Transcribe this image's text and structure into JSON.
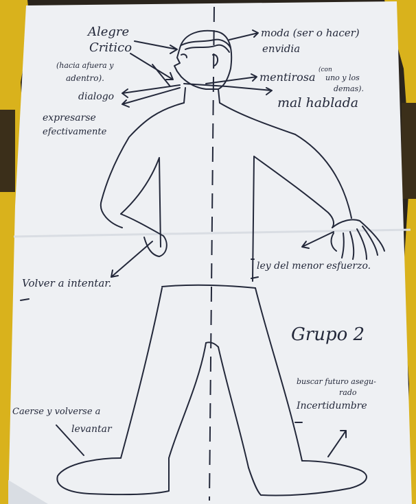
{
  "colors": {
    "paper": "#eef0f3",
    "paper_shadow": "#d9dde3",
    "ink": "#23283a",
    "background": "#2a241c",
    "yellow_cloth": "#d9b21c"
  },
  "head_notes": {
    "alegre": "Alegre",
    "critico": "Critico",
    "hacia_1": "(hacia afuera y",
    "hacia_2": "adentro).",
    "dialogo": "dialogo",
    "expresarse_1": "expresarse",
    "expresarse_2": "efectivamente",
    "moda": "moda (ser o hacer)",
    "envidia": "envidia",
    "mentirosa": "mentirosa",
    "con_uno_1": "(con",
    "con_uno_2": "uno y los",
    "con_uno_3": "demas).",
    "mal_hablada": "mal hablada"
  },
  "body_notes": {
    "volver": "Volver a intentar.",
    "ley": "ley del menor esfuerzo.",
    "grupo": "Grupo 2",
    "buscar_1": "buscar futuro asegu-",
    "buscar_2": "rado",
    "incertidumbre": "Incertidumbre",
    "caerse_1": "Caerse y volverse a",
    "caerse_2": "levantar"
  }
}
